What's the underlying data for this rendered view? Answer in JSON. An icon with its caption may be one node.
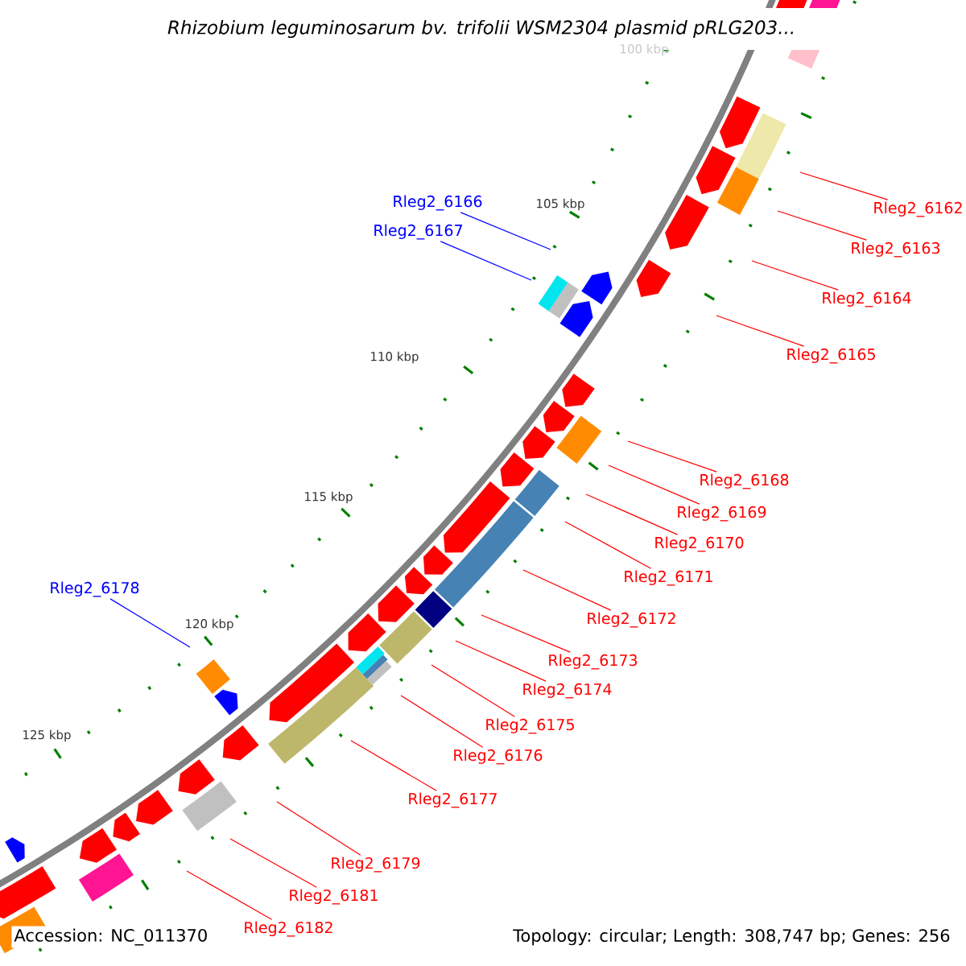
{
  "diagram": {
    "title": "Rhizobium leguminosarum bv. trifolii WSM2304 plasmid pRLG203...",
    "nodes": [
      {
        "text": [
          "Rleg2_6166"
        ]
      },
      {
        "text": [
          "Rleg2_6162"
        ]
      },
      {
        "text": [
          "Rleg2_6167"
        ]
      },
      {
        "text": [
          "Rleg2_6163"
        ]
      },
      {
        "text": [
          "Rleg2_6164"
        ]
      },
      {
        "text": [
          "Rleg2_6165"
        ]
      },
      {
        "text": [
          "Rleg2_6168"
        ]
      },
      {
        "text": [
          "Rleg2_6169"
        ]
      },
      {
        "text": [
          "Rleg2_6170"
        ]
      },
      {
        "text": [
          "Rleg2_6171"
        ]
      },
      {
        "text": [
          "Rleg2_6178"
        ]
      },
      {
        "text": [
          "Rleg2_6172"
        ]
      },
      {
        "text": [
          "Rleg2_6173"
        ]
      },
      {
        "text": [
          "Rleg2_6174"
        ]
      },
      {
        "text": [
          "Rleg2_6175"
        ]
      },
      {
        "text": [
          "Rleg2_6176"
        ]
      },
      {
        "text": [
          "Rleg2_6177"
        ]
      },
      {
        "text": [
          "Rleg2_6179"
        ]
      },
      {
        "text": [
          "Rleg2_6181"
        ]
      },
      {
        "text": [
          "Rleg2_6182"
        ]
      }
    ],
    "edges": [
      {
        "from": 0,
        "to": null,
        "arrow": "none",
        "color": "#0000ff"
      },
      {
        "from": 1,
        "to": null,
        "arrow": "none"
      },
      {
        "from": 2,
        "to": null,
        "arrow": "none",
        "color": "#0000ff"
      },
      {
        "from": 3,
        "to": null,
        "arrow": "none"
      },
      {
        "from": 4,
        "to": null,
        "arrow": "none"
      },
      {
        "from": 5,
        "to": null,
        "arrow": "none"
      },
      {
        "from": 6,
        "to": null,
        "arrow": "none"
      },
      {
        "from": 7,
        "to": null,
        "arrow": "none"
      },
      {
        "from": 8,
        "to": null,
        "arrow": "none"
      },
      {
        "from": 9,
        "to": null,
        "arrow": "none"
      },
      {
        "from": 10,
        "to": null,
        "arrow": "none",
        "color": "#0000ff"
      },
      {
        "from": 11,
        "to": null,
        "arrow": "none"
      },
      {
        "from": 12,
        "to": null,
        "arrow": "none"
      },
      {
        "from": 13,
        "to": null,
        "arrow": "none"
      },
      {
        "from": 14,
        "to": null,
        "arrow": "none"
      },
      {
        "from": 15,
        "to": null,
        "arrow": "none"
      },
      {
        "from": 16,
        "to": null,
        "arrow": "none"
      },
      {
        "from": 17,
        "to": null,
        "arrow": "none"
      },
      {
        "from": 18,
        "to": null,
        "arrow": "none"
      },
      {
        "from": 19,
        "to": null,
        "arrow": "none"
      }
    ],
    "labels": [
      "100 kbp",
      "105 kbp",
      "110 kbp",
      "115 kbp",
      "120 kbp",
      "125 kbp",
      "Accession: NC_011370",
      "Topology: circular; Length: 308,747 bp; Genes: 256"
    ]
  }
}
